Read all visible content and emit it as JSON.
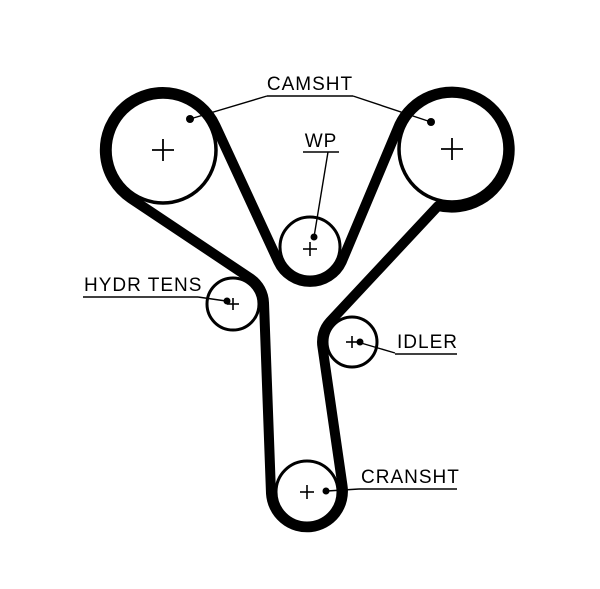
{
  "page": {
    "background": "#ffffff",
    "ink": "#000000"
  },
  "diagram": {
    "type": "timing-belt-routing",
    "labels": {
      "camshaft": "CAMSHT",
      "water_pump": "WP",
      "hydr_tens": "HYDR TENS",
      "idler": "IDLER",
      "crankshaft": "CRANSHT"
    }
  }
}
